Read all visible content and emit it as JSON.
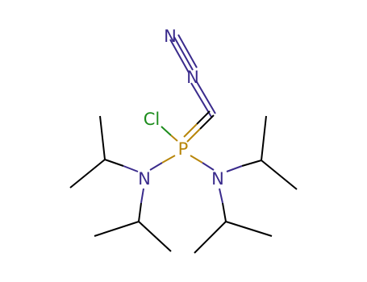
{
  "atoms": {
    "chlorine": "Cl",
    "phosphorus": "P",
    "nitrogen_left": "N",
    "nitrogen_right": "N",
    "diazo_nitrogen_inner": "N",
    "diazo_nitrogen_outer": "N"
  },
  "colors": {
    "carbon_bond": "#000000",
    "nitrogen": "#3a2b8c",
    "phosphorus": "#b8860b",
    "chlorine": "#1c8c1c",
    "background": "#ffffff"
  }
}
